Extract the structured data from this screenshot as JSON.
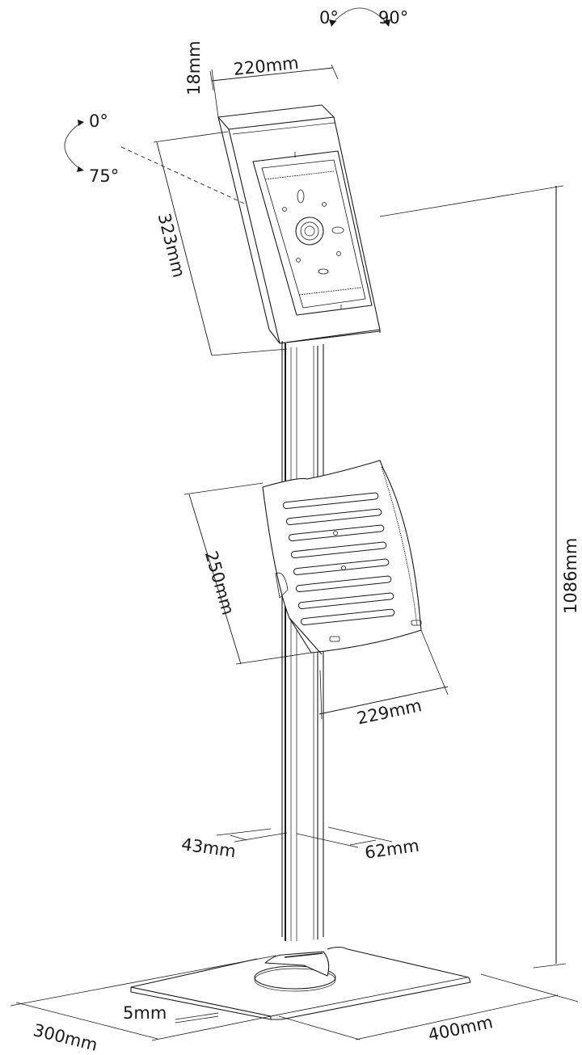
{
  "diagram": {
    "subject": "Floor stand with tablet enclosure and brochure holder",
    "line_color": "#1a1a1a",
    "background": "#ffffff",
    "rotation_indicators": [
      {
        "id": "swivel",
        "from_label": "0°",
        "to_label": "90°"
      },
      {
        "id": "tilt",
        "from_label": "0°",
        "to_label": "75°"
      }
    ],
    "dimensions": {
      "enclosure_width": "220mm",
      "enclosure_depth": "18mm",
      "enclosure_height": "323mm",
      "holder_height": "250mm",
      "holder_width": "229mm",
      "pole_width": "43mm",
      "pole_depth": "62mm",
      "total_height": "1086mm",
      "base_thickness": "5mm",
      "base_depth": "300mm",
      "base_width": "400mm"
    }
  }
}
